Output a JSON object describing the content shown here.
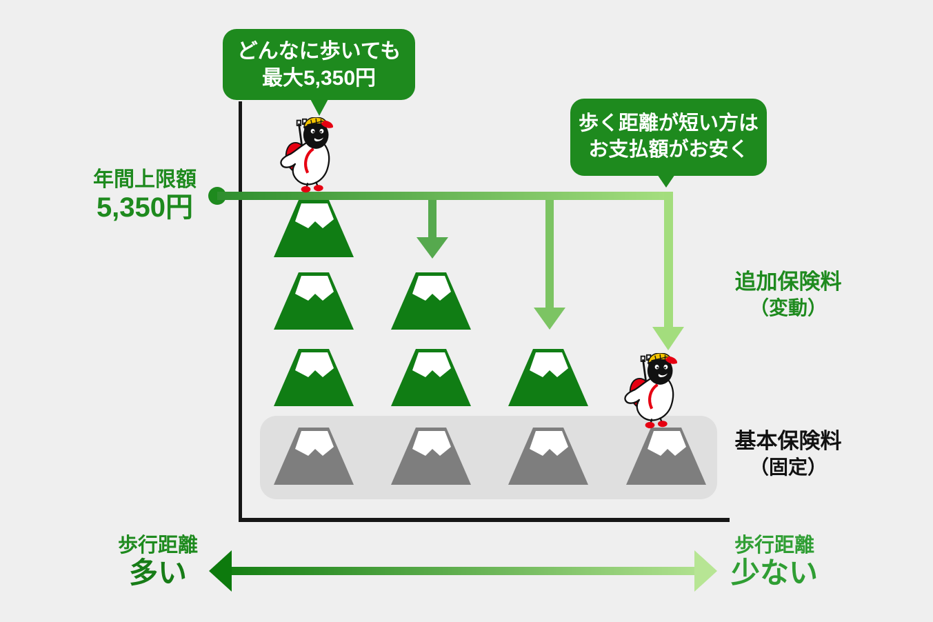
{
  "bubbles": {
    "top": {
      "line1": "どんなに歩いても",
      "line2": "最大5,350円"
    },
    "right": {
      "line1": "歩く距離が短い方は",
      "line2": "お支払額がお安く"
    }
  },
  "labels": {
    "annual_cap": {
      "line1": "年間上限額",
      "line2": "5,350円"
    },
    "additional_premium": {
      "line1": "追加保険料",
      "line2": "（変動）"
    },
    "base_premium": {
      "line1": "基本保険料",
      "line2": "（固定）"
    },
    "walk_more": {
      "line1": "歩行距離",
      "line2": "多い"
    },
    "walk_less": {
      "line1": "歩行距離",
      "line2": "少ない"
    }
  },
  "figure": {
    "cap_line_value": "5,350円",
    "columns": [
      {
        "additional_mountains": 3,
        "base_mountains": 1
      },
      {
        "additional_mountains": 2,
        "base_mountains": 1
      },
      {
        "additional_mountains": 1,
        "base_mountains": 1
      },
      {
        "additional_mountains": 0,
        "base_mountains": 1
      }
    ],
    "x_axis_left_meaning": "歩行距離 多い",
    "x_axis_right_meaning": "歩行距離 少ない",
    "icons": [
      "fuji-mountain-icon",
      "penguin-hiker-icon",
      "down-arrow-icon",
      "double-arrow-icon",
      "speech-bubble"
    ]
  },
  "colors": {
    "background": "#efefef",
    "bubble_green": "#1e8a1e",
    "mountain_green": "#107d14",
    "mountain_gray": "#7e7e7e",
    "base_band_gray": "#dfdfdf",
    "axis_black": "#161616",
    "gradient_dark": "#2e8e2e",
    "gradient_light": "#a6df80",
    "bottom_gradient_dark": "#0d7a0d",
    "bottom_gradient_light": "#b7e594",
    "arrow_mid_green": "#56a94e",
    "arrow_light_green": "#7cc463",
    "text_green_dark": "#1e8a1e",
    "text_green_light": "#2f9e33",
    "text_black": "#111111",
    "penguin_red": "#e60012",
    "helmet_yellow": "#f5c400"
  }
}
